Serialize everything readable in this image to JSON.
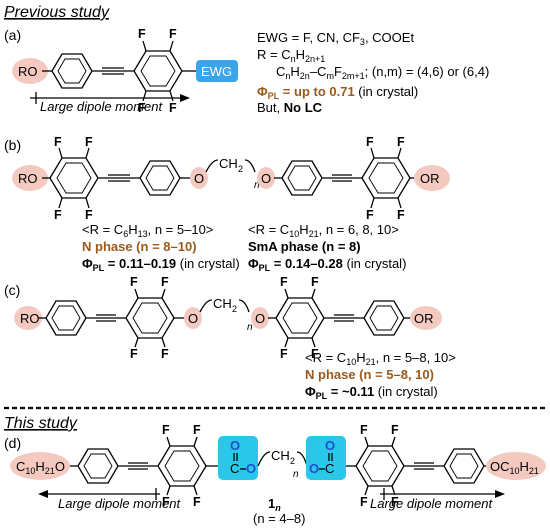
{
  "sections": {
    "previous": "Previous study",
    "current": "This study"
  },
  "panel_labels": {
    "a": "(a)",
    "b": "(b)",
    "c": "(c)",
    "d": "(d)"
  },
  "atoms": {
    "F": "F",
    "O": "O",
    "C": "C",
    "RO": "RO",
    "OR": "OR",
    "R": "R",
    "CH2": "CH",
    "sub2": "2",
    "n": "n",
    "C10H21O_left": "C",
    "C10H21O_right": "OC",
    "sub10": "10",
    "sub21": "21"
  },
  "panel_a": {
    "ewg_label": "EWG",
    "ewg_def": "EWG = F, CN, CF",
    "ewg_def_rest": ", COOEt",
    "r_def": "R = C",
    "r_def2a": "C",
    "r_def2b": "H",
    "r_def2c": "–C",
    "r_def2d": "F",
    "r_def2e": "; (n,m) = (4,6) or (6,4)",
    "phi": "Φ",
    "phi_sub": "PL",
    "phi_value": " = up to 0.71",
    "phi_suffix": " (in crystal)",
    "but": "But, ",
    "no_lc": "No LC",
    "dipole": "Large dipole moment"
  },
  "panel_b": {
    "left_r": "<R = C",
    "left_r_rest": "H",
    "left_r_end": ", n = 5–10>",
    "left_phase": "N phase (n = 8–10)",
    "left_phi": " = 0.11–0.19",
    "left_phi_suffix": " (in crystal)",
    "right_r": "<R = C",
    "right_r_rest": "H",
    "right_r_end": ", n = 6, 8, 10>",
    "right_phase": "SmA phase (n = 8)",
    "right_phi": " = 0.14–0.28",
    "right_phi_suffix": " (in crystal)"
  },
  "panel_c": {
    "r_line": "<R = C",
    "r_line_rest": "H",
    "r_line_end": ", n = 5–8, 10>",
    "phase": "N phase (n = 5–8, 10)",
    "phi": " = ~0.11",
    "phi_suffix": " (in crystal)"
  },
  "panel_d": {
    "compound": "1",
    "compound_sub": "n",
    "range": "(n = 4–8)",
    "dipole_left": "Large dipole moment",
    "dipole_right": "Large dipole moment"
  },
  "colors": {
    "highlight_pink": "#f3c9c0",
    "highlight_cyan": "#29c8e8",
    "ewg_box": "#3aa6e8",
    "brown_text": "#9a5a1e",
    "magenta_text": "#c03080",
    "blue_atoms": "#1f4fd0"
  }
}
